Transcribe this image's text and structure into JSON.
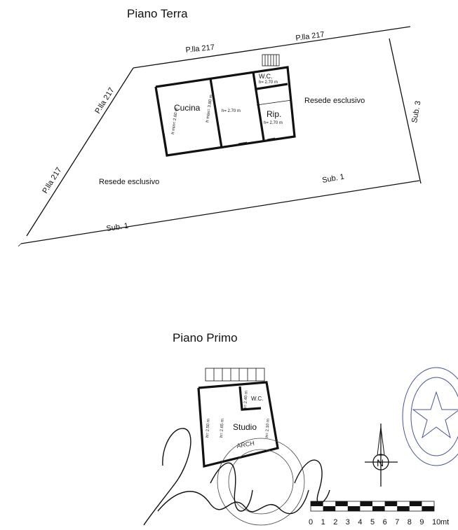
{
  "ground_floor": {
    "title": "Piano Terra",
    "parcel_labels": [
      "P.lla 217",
      "P.lla 217",
      "P.lla 217",
      "P.lla 217"
    ],
    "sub_labels": [
      "Sub. 3",
      "Sub. 1",
      "Sub. 1"
    ],
    "yard_labels": [
      "Resede esclusivo",
      "Resede esclusivo"
    ],
    "rooms": {
      "kitchen": "Cucina",
      "wc": "W.C.",
      "storage": "Rip."
    },
    "heights": {
      "kitchen_min": "h min= 2.60 m",
      "kitchen_max": "h max= 3.80 m",
      "central": "h= 2.70 m",
      "wc": "h= 2.70 m",
      "storage": "h= 2.70 m"
    }
  },
  "first_floor": {
    "title": "Piano Primo",
    "rooms": {
      "studio": "Studio",
      "wc": "W.C."
    },
    "heights": {
      "h1": "h= 2.50 m",
      "h2": "h= 2.65 m",
      "h3": "h= 2.10 m",
      "wc": "h= 2.40 m"
    }
  },
  "compass": {
    "letter": "N",
    "icon": "north-arrow-icon"
  },
  "scale_bar": {
    "ticks": [
      "0",
      "1",
      "2",
      "3",
      "4",
      "5",
      "6",
      "7",
      "8",
      "9",
      "10"
    ],
    "unit": "mt"
  },
  "stamp_fragment": "ARCH",
  "stamp_colors": {
    "blue_stamp": "#1a2a7a",
    "ink": "#111111"
  }
}
